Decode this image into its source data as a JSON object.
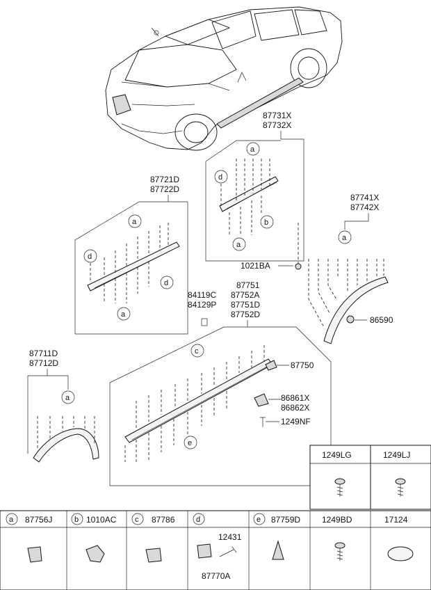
{
  "callouts": {
    "p87731": [
      "87731X",
      "87732X"
    ],
    "p87721": [
      "87721D",
      "87722D"
    ],
    "p87741": [
      "87741X",
      "87742X"
    ],
    "p84119": [
      "84119C",
      "84129P"
    ],
    "p87751": [
      "87751",
      "87752A",
      "87751D",
      "87752D"
    ],
    "p87711": [
      "87711D",
      "87712D"
    ],
    "p1021BA": "1021BA",
    "p86590": "86590",
    "p87750": "87750",
    "p86861": [
      "86861X",
      "86862X"
    ],
    "p1249NF": "1249NF"
  },
  "letters": {
    "a": "a",
    "b": "b",
    "c": "c",
    "d": "d",
    "e": "e"
  },
  "legend": {
    "top_right": [
      "1249LG",
      "1249LJ"
    ],
    "bottom": [
      {
        "letter": "a",
        "code": "87756J"
      },
      {
        "letter": "b",
        "code": "1010AC"
      },
      {
        "letter": "c",
        "code": "87786"
      },
      {
        "letter": "d",
        "code": "",
        "sub": [
          "12431",
          "87770A"
        ]
      },
      {
        "letter": "e",
        "code": "87759D"
      },
      {
        "letter": "",
        "code": "1249BD"
      },
      {
        "letter": "",
        "code": "17124"
      }
    ]
  }
}
